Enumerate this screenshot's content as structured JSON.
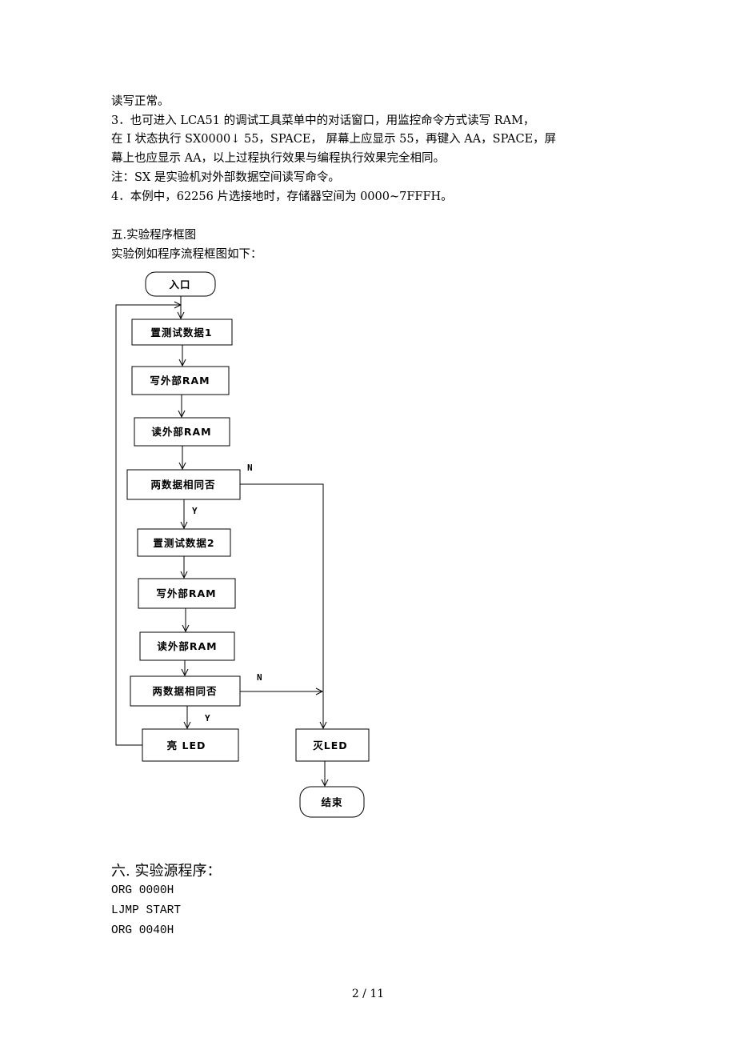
{
  "body": {
    "lines": [
      "读写正常。",
      "3．也可进入 LCA51 的调试工具菜单中的对话窗口，用监控命令方式读写 RAM，",
      "在 I 状态执行 SX0000↓ 55，SPACE，  屏幕上应显示 55，再键入 AA，SPACE，屏",
      "幕上也应显示 AA，以上过程执行效果与编程执行效果完全相同。",
      "注：SX 是实验机对外部数据空间读写命令。",
      "4．本例中，62256 片选接地时，存储器空间为 0000~7FFFH。"
    ]
  },
  "section5": {
    "heading": "五.实验程序框图",
    "intro": "实验例如程序流程框图如下："
  },
  "flowchart": {
    "start": "入口",
    "set_data_1": "置测试数据1",
    "write_ram_1": "写外部RAM",
    "read_ram_1": "读外部RAM",
    "compare_1": "两数据相同否",
    "set_data_2": "置测试数据2",
    "write_ram_2": "写外部RAM",
    "read_ram_2": "读外部RAM",
    "compare_2": "两数据相同否",
    "led_on": "亮 LED",
    "led_off": "灭LED",
    "end": "结束",
    "label_n": "N",
    "label_y": "Y"
  },
  "section6": {
    "heading": "六. 实验源程序：",
    "code": [
      "ORG 0000H",
      "LJMP START",
      "ORG 0040H"
    ]
  },
  "footer": {
    "page": "2 / 11"
  }
}
